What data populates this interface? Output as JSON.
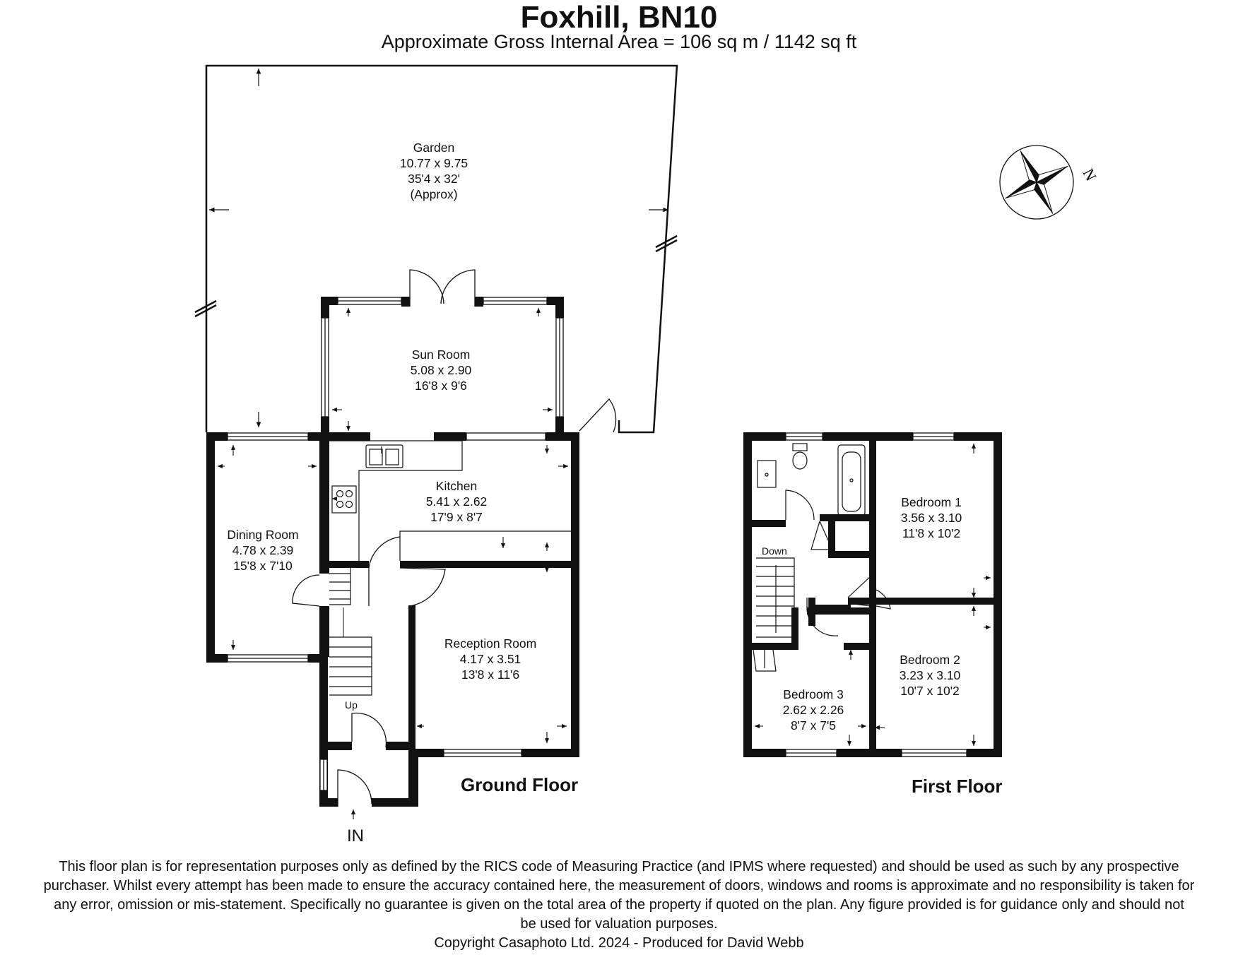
{
  "header": {
    "title": "Foxhill, BN10",
    "subtitle": "Approximate Gross Internal Area = 106 sq m / 1142 sq ft"
  },
  "floors": {
    "ground": "Ground Floor",
    "first": "First Floor"
  },
  "rooms": {
    "garden": {
      "name": "Garden",
      "metric": "10.77 x 9.75",
      "imperial": "35'4 x 32'",
      "note": "(Approx)"
    },
    "sun_room": {
      "name": "Sun Room",
      "metric": "5.08 x 2.90",
      "imperial": "16'8 x 9'6"
    },
    "kitchen": {
      "name": "Kitchen",
      "metric": "5.41 x 2.62",
      "imperial": "17'9 x 8'7"
    },
    "dining_room": {
      "name": "Dining Room",
      "metric": "4.78 x 2.39",
      "imperial": "15'8 x 7'10"
    },
    "reception_room": {
      "name": "Reception Room",
      "metric": "4.17 x 3.51",
      "imperial": "13'8 x 11'6"
    },
    "bedroom1": {
      "name": "Bedroom 1",
      "metric": "3.56 x 3.10",
      "imperial": "11'8 x 10'2"
    },
    "bedroom2": {
      "name": "Bedroom 2",
      "metric": "3.23 x 3.10",
      "imperial": "10'7 x 10'2"
    },
    "bedroom3": {
      "name": "Bedroom 3",
      "metric": "2.62 x 2.26",
      "imperial": "8'7 x 7'5"
    }
  },
  "labels": {
    "up": "Up",
    "down": "Down",
    "entrance": "IN",
    "compass_n": "N"
  },
  "disclaimer": {
    "line1": "This floor plan is for representation purposes only as defined by the RICS code of Measuring Practice (and IPMS where requested) and should be used as such by any prospective",
    "line2": "purchaser. Whilst every attempt has been made to ensure the accuracy contained here, the measurement of doors, windows and rooms is approximate and no responsibility is taken for",
    "line3": "any error, omission or mis-statement. Specifically no guarantee is given on the total area of the property if quoted on the plan. Any figure provided is for guidance only and should not",
    "line4": "be used for valuation purposes.",
    "copyright": "Copyright Casaphoto Ltd. 2024 - Produced for David Webb"
  }
}
